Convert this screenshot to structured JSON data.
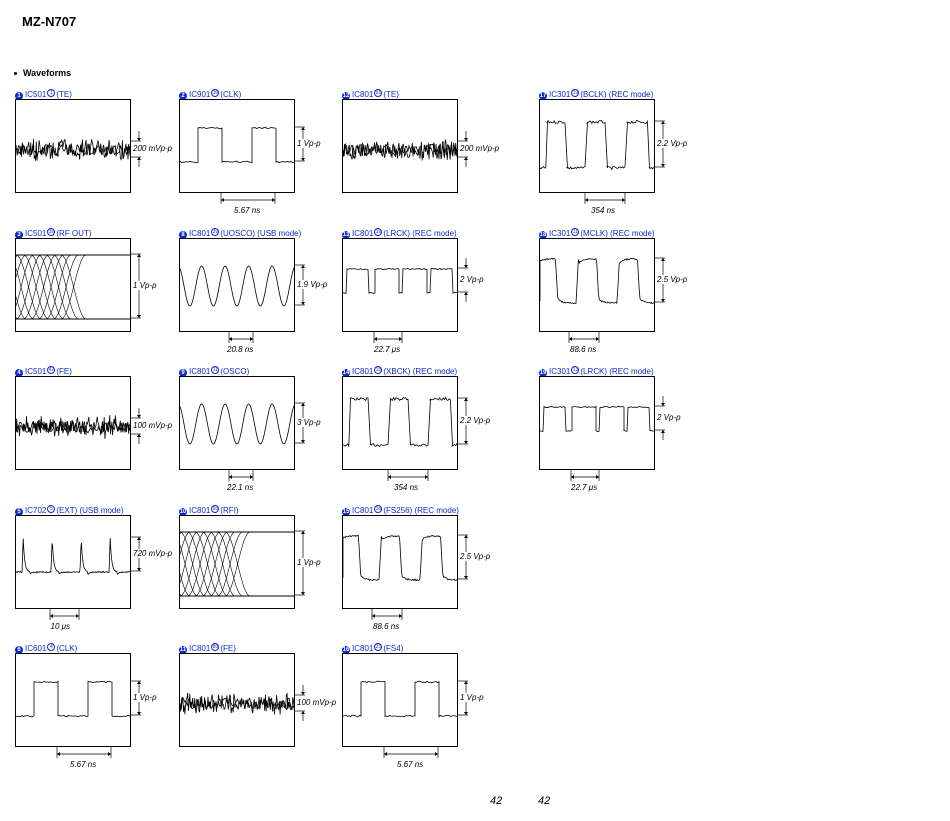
{
  "header": {
    "model": "MZ-N707",
    "section": "Waveforms"
  },
  "waveforms": [
    {
      "id": "w1",
      "n": "1",
      "chip": "IC501",
      "pin": "1",
      "signal": "(TE)",
      "amp": "200 mVp-p",
      "period": "",
      "wave": "noise",
      "col": 0,
      "row": 0
    },
    {
      "id": "w2",
      "n": "2",
      "chip": "IC901",
      "pin": "36",
      "signal": "(CLK)",
      "amp": "1 Vp-p",
      "period": "5.67 ns",
      "wave": "square",
      "col": 1,
      "row": 0
    },
    {
      "id": "w3",
      "n": "12",
      "chip": "IC801",
      "pin": "91",
      "signal": "(TE)",
      "amp": "200 mVp-p",
      "period": "",
      "wave": "noise",
      "col": 2,
      "row": 0
    },
    {
      "id": "w4",
      "n": "17",
      "chip": "IC301",
      "pin": "19",
      "signal": "(BCLK) (REC mode)",
      "amp": "2.2 Vp-p",
      "period": "354 ns",
      "wave": "squarenoisy",
      "col": 3,
      "row": 0
    },
    {
      "id": "w5",
      "n": "3",
      "chip": "IC501",
      "pin": "39",
      "signal": "(RF OUT)",
      "amp": "1 Vp-p",
      "period": "",
      "wave": "eye",
      "col": 0,
      "row": 1
    },
    {
      "id": "w6",
      "n": "8",
      "chip": "IC801",
      "pin": "39",
      "signal": "(UOSCO) (USB mode)",
      "amp": "1.9 Vp-p",
      "period": "20.8 ns",
      "wave": "sine",
      "col": 1,
      "row": 1
    },
    {
      "id": "w7",
      "n": "13",
      "chip": "IC801",
      "pin": "19",
      "signal": "(LRCK) (REC mode)",
      "amp": "2 Vp-p",
      "period": "22.7 μs",
      "wave": "squarefast",
      "col": 2,
      "row": 1
    },
    {
      "id": "w8",
      "n": "18",
      "chip": "IC301",
      "pin": "11",
      "signal": "(MCLK)  (REC mode)",
      "amp": "2.5 Vp-p",
      "period": "88.6 ns",
      "wave": "rounded",
      "col": 3,
      "row": 1
    },
    {
      "id": "w9",
      "n": "4",
      "chip": "IC501",
      "pin": "42",
      "signal": "(FE)",
      "amp": "100 mVp-p",
      "period": "",
      "wave": "noise",
      "col": 0,
      "row": 2
    },
    {
      "id": "w10",
      "n": "9",
      "chip": "IC801",
      "pin": "11",
      "signal": "(OSCO)",
      "amp": "3 Vp-p",
      "period": "22.1 ns",
      "wave": "sine",
      "col": 1,
      "row": 2
    },
    {
      "id": "w11",
      "n": "14",
      "chip": "IC801",
      "pin": "15",
      "signal": "(XBCK) (REC mode)",
      "amp": "2.2 Vp-p",
      "period": "354 ns",
      "wave": "squarenoisy",
      "col": 2,
      "row": 2
    },
    {
      "id": "w12",
      "n": "19",
      "chip": "IC301",
      "pin": "13",
      "signal": "(LRCK)  (REC mode)",
      "amp": "2 Vp-p",
      "period": "22.7 μs",
      "wave": "squarefast",
      "col": 3,
      "row": 2
    },
    {
      "id": "w13",
      "n": "5",
      "chip": "IC702",
      "pin": "5",
      "signal": "(EXT) (USB mode)",
      "amp": "720 mVp-p",
      "period": "10 μs",
      "wave": "spike",
      "col": 0,
      "row": 3
    },
    {
      "id": "w14",
      "n": "10",
      "chip": "IC801",
      "pin": "93",
      "signal": "(RFI)",
      "amp": "1 Vp-p",
      "period": "",
      "wave": "eye",
      "col": 1,
      "row": 3
    },
    {
      "id": "w15",
      "n": "15",
      "chip": "IC801",
      "pin": "18",
      "signal": "(FS256) (REC mode)",
      "amp": "2.5 Vp-p",
      "period": "88.6 ns",
      "wave": "rounded",
      "col": 2,
      "row": 3
    },
    {
      "id": "w16",
      "n": "6",
      "chip": "IC601",
      "pin": "4",
      "signal": "(CLK)",
      "amp": "1 Vp-p",
      "period": "5.67 ns",
      "wave": "square",
      "col": 0,
      "row": 4
    },
    {
      "id": "w17",
      "n": "11",
      "chip": "IC801",
      "pin": "85",
      "signal": "(FE)",
      "amp": "100 mVp-p",
      "period": "",
      "wave": "noise",
      "col": 1,
      "row": 4
    },
    {
      "id": "w18",
      "n": "16",
      "chip": "IC801",
      "pin": "21",
      "signal": "(FS4)",
      "amp": "1 Vp-p",
      "period": "5.67 ns",
      "wave": "square",
      "col": 2,
      "row": 4
    }
  ],
  "footer": {
    "page_left": "42",
    "page_right": "42"
  }
}
